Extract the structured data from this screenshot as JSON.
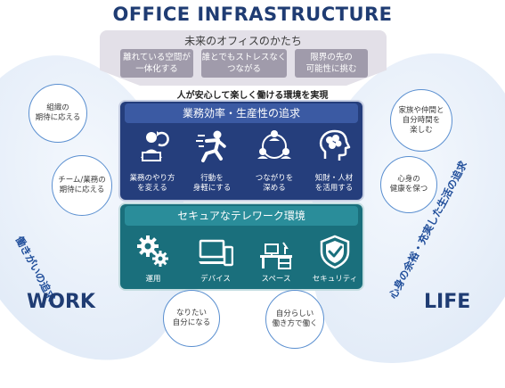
{
  "title": "OFFICE INFRASTRUCTURE",
  "future": {
    "title": "未来のオフィスのかたち",
    "chips": [
      {
        "line1": "離れている空間が",
        "line2": "一体化する"
      },
      {
        "line1": "誰とでもストレスなく",
        "line2": "つながる"
      },
      {
        "line1": "限界の先の",
        "line2": "可能性に挑む"
      }
    ]
  },
  "tagline": "人が安心して楽しく働ける環境を実現",
  "panel_productivity": {
    "heading": "業務効率・生産性の追求",
    "items": [
      {
        "icon": "worker-presenting-icon",
        "line1": "業務のやり方",
        "line2": "を変える"
      },
      {
        "icon": "running-person-icon",
        "line1": "行動を",
        "line2": "身軽にする"
      },
      {
        "icon": "connected-people-icon",
        "line1": "つながりを",
        "line2": "深める"
      },
      {
        "icon": "brain-head-icon",
        "line1": "知財・人材",
        "line2": "を活用する"
      }
    ]
  },
  "panel_telework": {
    "heading": "セキュアなテレワーク環境",
    "items": [
      {
        "icon": "gears-icon",
        "label": "運用"
      },
      {
        "icon": "devices-icon",
        "label": "デバイス"
      },
      {
        "icon": "desk-icon",
        "label": "スペース"
      },
      {
        "icon": "shield-check-icon",
        "label": "セキュリティ"
      }
    ]
  },
  "left": {
    "circles": [
      {
        "line1": "組織の",
        "line2": "期待に応える"
      },
      {
        "line1": "チーム/業務の",
        "line2": "期待に応える"
      },
      {
        "line1": "なりたい",
        "line2": "自分になる"
      }
    ],
    "arc_text": "働きがいの追求",
    "label": "WORK"
  },
  "right": {
    "circles": [
      {
        "line1": "家族や仲間と",
        "line2": "自分時間を",
        "line3": "楽しむ"
      },
      {
        "line1": "心身の",
        "line2": "健康を保つ"
      },
      {
        "line1": "自分らしい",
        "line2": "働き方で働く"
      }
    ],
    "arc_text": "心身の余裕・充実した生活の追求",
    "label": "LIFE"
  },
  "colors": {
    "title": "#1f3c73",
    "panel_productivity": "#253e7c",
    "panel_telework": "#1a6f7c",
    "chip": "#a09bab",
    "circle_border": "#5a8fd0"
  }
}
